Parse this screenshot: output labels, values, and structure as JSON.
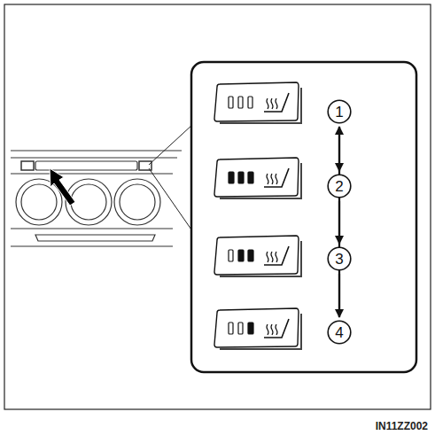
{
  "diagram": {
    "nodes": [
      {
        "text": [
          "1"
        ]
      },
      {
        "text": [
          "2"
        ]
      },
      {
        "text": [
          "3"
        ]
      },
      {
        "text": [
          "4"
        ]
      }
    ],
    "edges": [
      {
        "from": 0,
        "to": 1,
        "arrow": "to"
      },
      {
        "from": 1,
        "to": 2,
        "arrow": "to"
      },
      {
        "from": 2,
        "to": 3,
        "arrow": "to"
      },
      {
        "from": 3,
        "to": 0,
        "arrow": "to"
      }
    ],
    "labels": [
      "IN11ZZ002"
    ]
  }
}
